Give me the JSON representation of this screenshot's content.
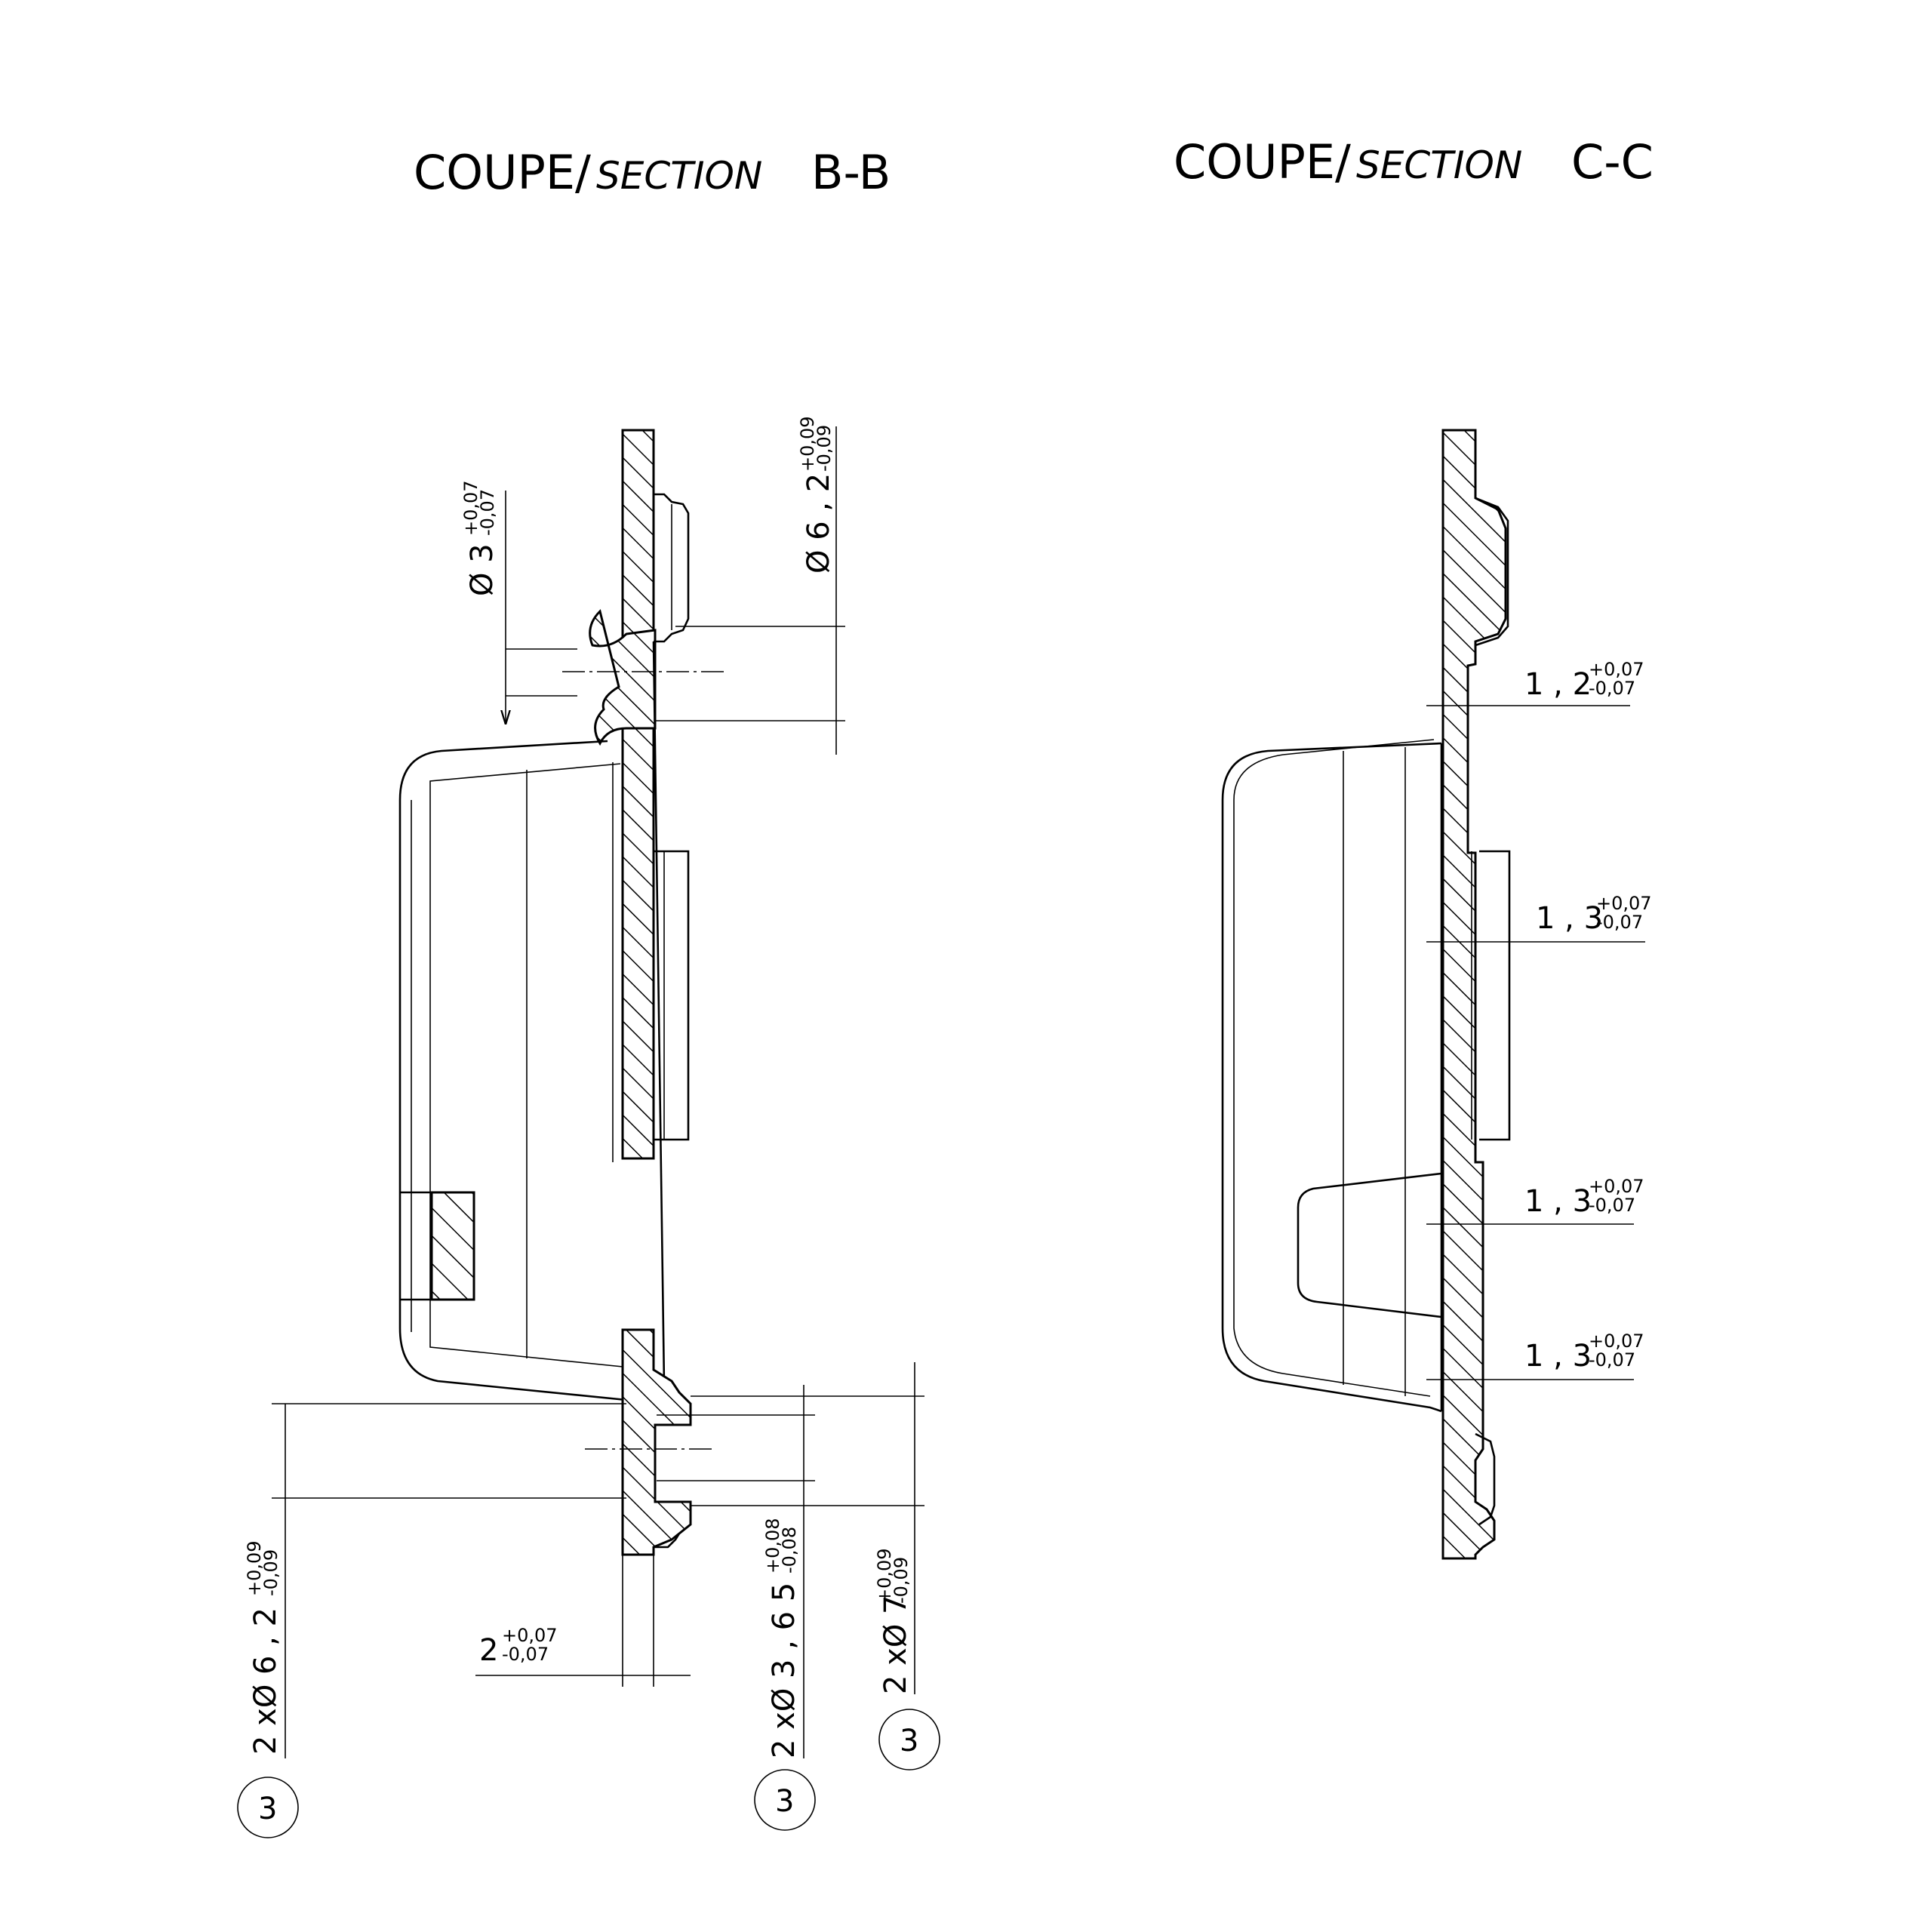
{
  "sections": [
    {
      "prefix": "COUPE/",
      "italic": "SECTION",
      "name": "B-B"
    },
    {
      "prefix": "COUPE/",
      "italic": "SECTION",
      "name": "C-C"
    }
  ],
  "dims_bb": {
    "d1": {
      "main": "Ø 3",
      "upper": "+0,07",
      "lower": "-0,07"
    },
    "d2": {
      "main": "Ø 6 , 2",
      "upper": "+0,09",
      "lower": "-0,09"
    },
    "d3": {
      "main": "2 xØ 6 , 2",
      "upper": "+0,09",
      "lower": "-0,09"
    },
    "d4": {
      "main": "2",
      "upper": "+0,07",
      "lower": "-0,07"
    },
    "d5": {
      "main": "2 xØ 3 , 6 5",
      "upper": "+0,08",
      "lower": "-0,08"
    },
    "d6": {
      "main": "2 xØ 7",
      "upper": "+0,09",
      "lower": "-0,09"
    }
  },
  "dims_cc": {
    "d1": {
      "main": "1 , 2",
      "upper": "+0,07",
      "lower": "-0,07"
    },
    "d2": {
      "main": "1 , 3",
      "upper": "+0,07",
      "lower": "-0,07"
    },
    "d3": {
      "main": "1 , 3",
      "upper": "+0,07",
      "lower": "-0,07"
    },
    "d4": {
      "main": "1 , 3",
      "upper": "+0,07",
      "lower": "-0,07"
    }
  },
  "bubbles": [
    "3",
    "3",
    "3"
  ]
}
